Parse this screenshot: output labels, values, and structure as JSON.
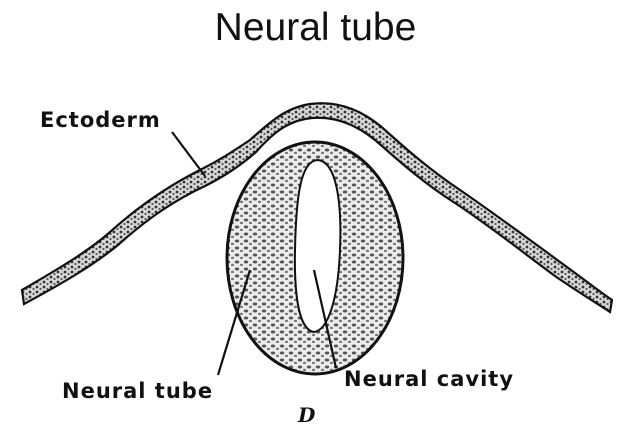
{
  "title": "Neural tube",
  "labels": {
    "ectoderm": "Ectoderm",
    "neural_tube": "Neural tube",
    "neural_cavity": "Neural cavity",
    "figure_letter": "D"
  },
  "colors": {
    "ink": "#111111",
    "tissue_fill": "#e6e6e6",
    "background": "#ffffff"
  }
}
